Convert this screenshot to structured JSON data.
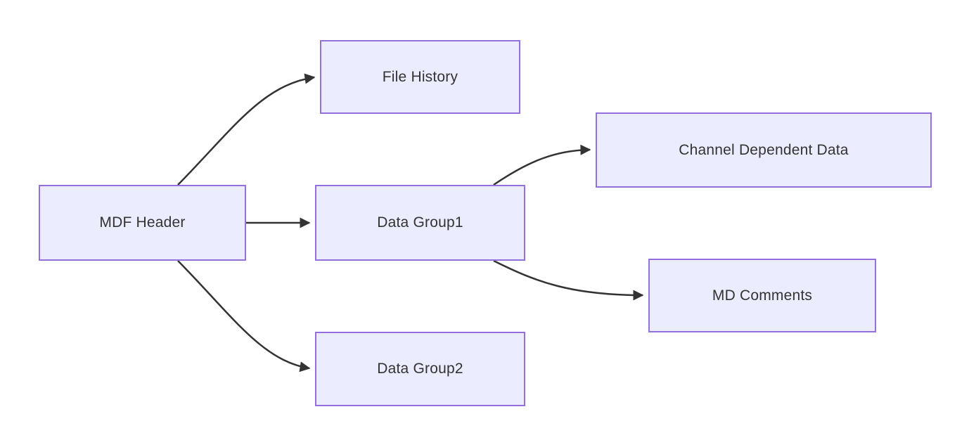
{
  "diagram": {
    "type": "flowchart",
    "direction": "left-to-right",
    "colors": {
      "background": "#ffffff",
      "node_fill": "#ECECFF",
      "node_border": "#9370DB",
      "edge": "#333333",
      "text": "#333333"
    },
    "nodes": [
      {
        "id": "mdf-header",
        "label": "MDF Header"
      },
      {
        "id": "file-history",
        "label": "File History"
      },
      {
        "id": "data-group1",
        "label": "Data Group1"
      },
      {
        "id": "data-group2",
        "label": "Data Group2"
      },
      {
        "id": "channel-dependent-data",
        "label": "Channel Dependent Data"
      },
      {
        "id": "md-comments",
        "label": "MD Comments"
      }
    ],
    "edges": [
      {
        "from": "mdf-header",
        "to": "file-history"
      },
      {
        "from": "mdf-header",
        "to": "data-group1"
      },
      {
        "from": "mdf-header",
        "to": "data-group2"
      },
      {
        "from": "data-group1",
        "to": "channel-dependent-data"
      },
      {
        "from": "data-group1",
        "to": "md-comments"
      }
    ]
  }
}
